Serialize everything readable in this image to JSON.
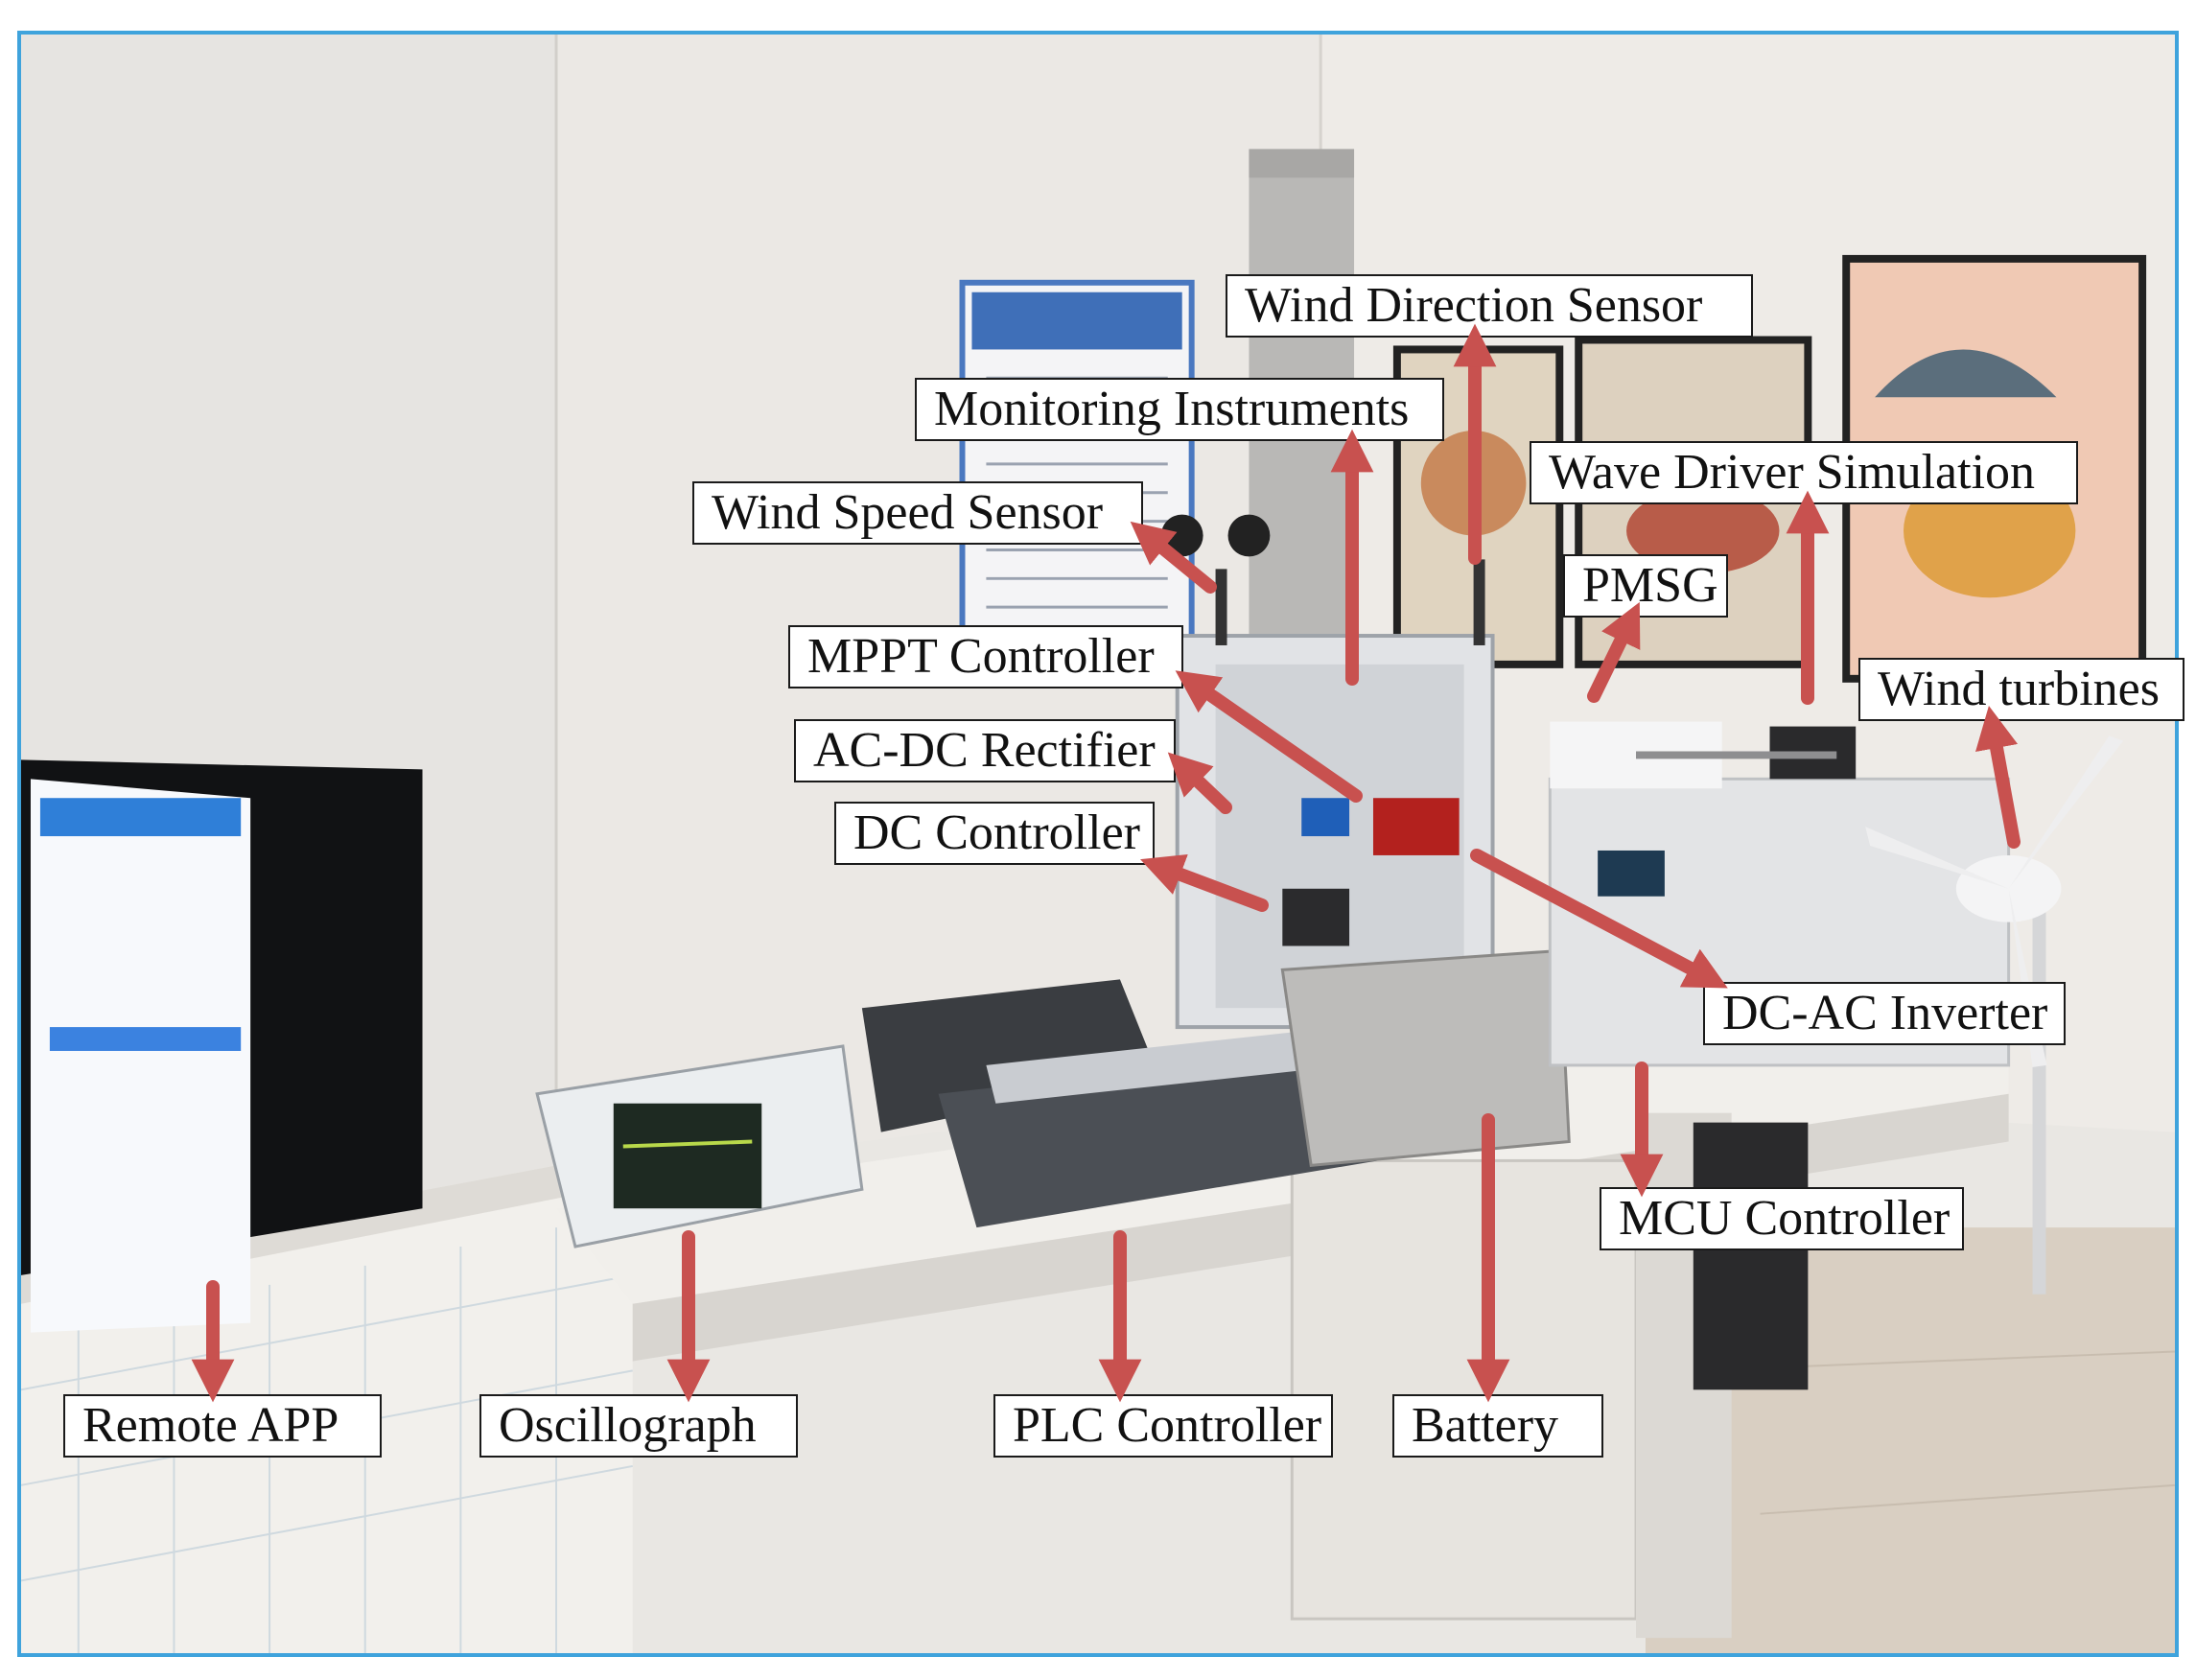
{
  "labels": {
    "wind_direction_sensor": "Wind Direction Sensor",
    "monitoring_instruments": "Monitoring Instruments",
    "wave_driver_simulation": "Wave Driver Simulation",
    "wind_speed_sensor": "Wind Speed Sensor",
    "pmsg": "PMSG",
    "mppt_controller": "MPPT Controller",
    "wind_turbines": "Wind turbines",
    "ac_dc_rectifier": "AC-DC Rectifier",
    "dc_controller": "DC Controller",
    "dc_ac_inverter": "DC-AC Inverter",
    "mcu_controller": "MCU Controller",
    "remote_app": "Remote APP",
    "oscillograph": "Oscillograph",
    "plc_controller": "PLC Controller",
    "battery": "Battery"
  },
  "colors": {
    "arrow": "#c8514f",
    "frame": "#3fa3dc"
  }
}
